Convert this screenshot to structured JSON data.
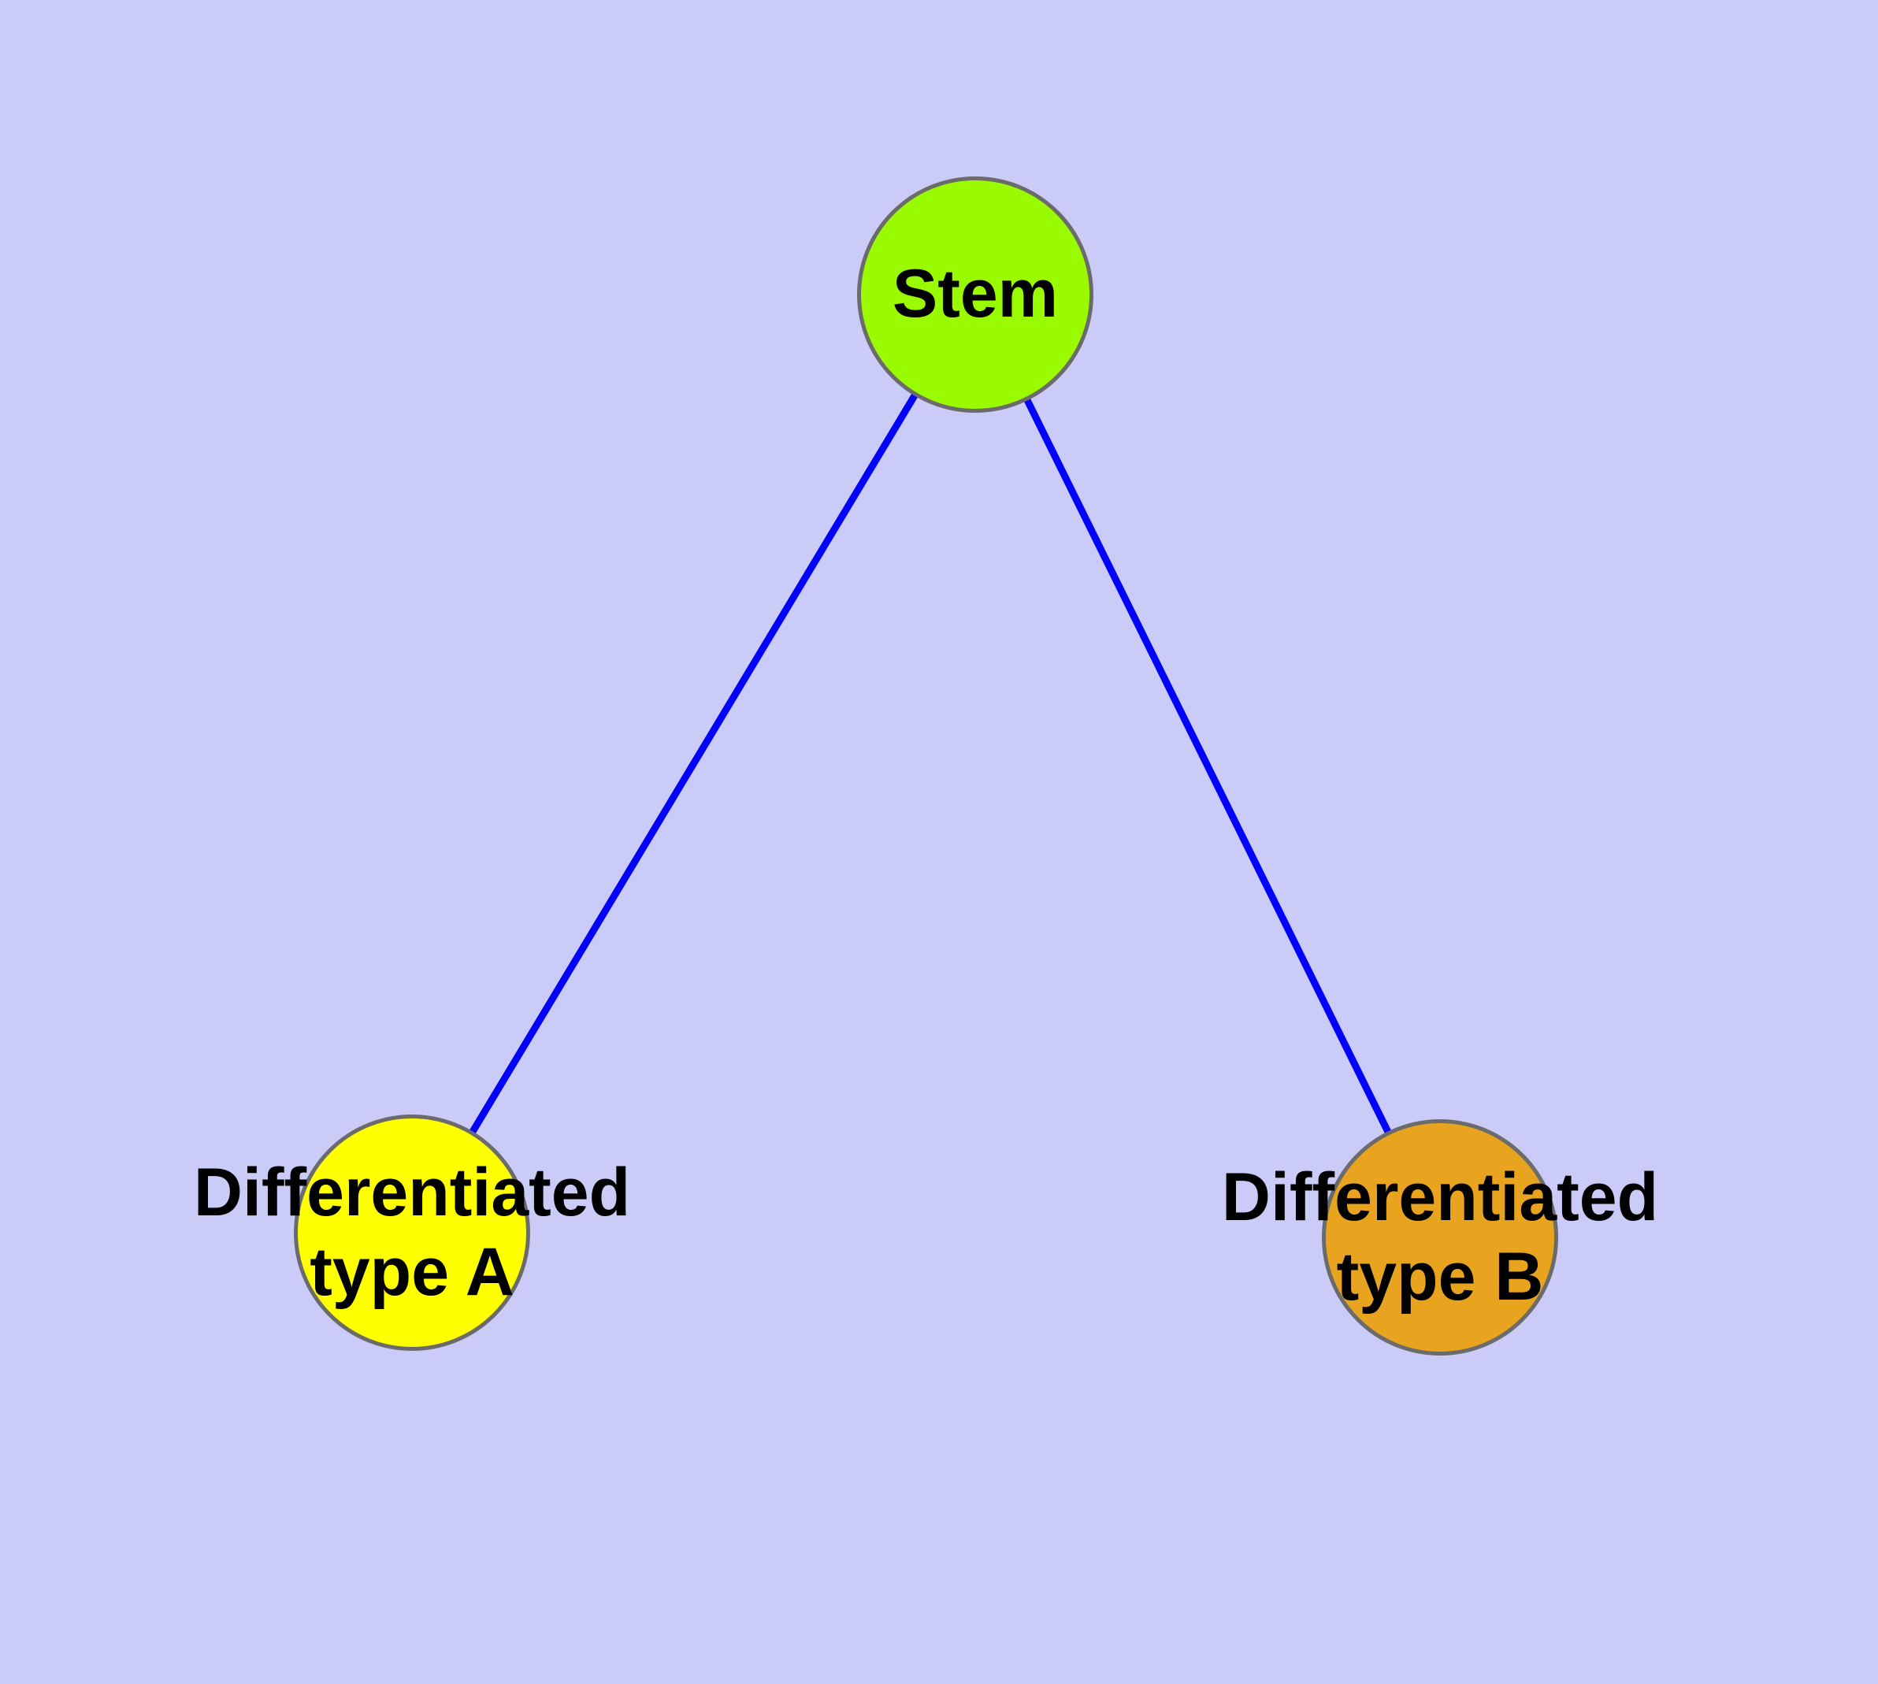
{
  "diagram": {
    "type": "node-link-tree",
    "nodes": [
      {
        "id": "stem",
        "label": "Stem"
      },
      {
        "id": "differentiated-type-a",
        "label": "Differentiated\ntype A"
      },
      {
        "id": "differentiated-type-b",
        "label": "Differentiated\ntype B"
      }
    ],
    "edges": [
      {
        "from": "stem",
        "to": "differentiated-type-a"
      },
      {
        "from": "stem",
        "to": "differentiated-type-b"
      }
    ]
  },
  "colors": {
    "background": "#CBCBF7",
    "stem-fill": "#9AFA00",
    "type-a-fill": "#FFFF00",
    "type-b-fill": "#E8A41F",
    "node-border": "#6B6B6B",
    "edge": "#0000FF",
    "text": "#000000"
  }
}
